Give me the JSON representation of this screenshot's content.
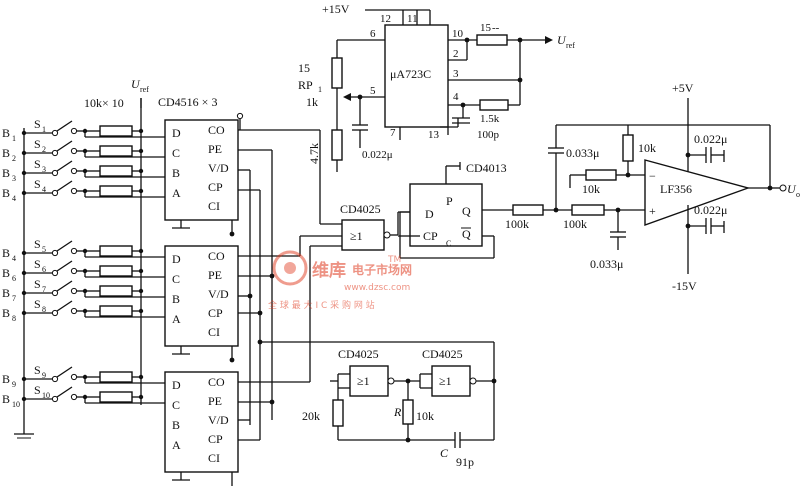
{
  "counter": {
    "label": "CD4516 × 3"
  },
  "cd4516_pins": {
    "d": "D",
    "c": "C",
    "b": "B",
    "a": "A",
    "co": "CO",
    "pe": "PE",
    "vd": "V/D",
    "cp": "CP",
    "ci": "CI"
  },
  "switch_resistors": {
    "label": "10k× 10"
  },
  "uref_left": {
    "main": "U",
    "sub": "ref"
  },
  "switches": [
    {
      "s": "S",
      "s_sub": "1",
      "b": "B",
      "b_sub": "1"
    },
    {
      "s": "S",
      "s_sub": "2",
      "b": "B",
      "b_sub": "2"
    },
    {
      "s": "S",
      "s_sub": "3",
      "b": "B",
      "b_sub": "3"
    },
    {
      "s": "S",
      "s_sub": "4",
      "b": "B",
      "b_sub": "4"
    },
    {
      "s": "S",
      "s_sub": "5",
      "b": "B",
      "b_sub": "4"
    },
    {
      "s": "S",
      "s_sub": "6",
      "b": "B",
      "b_sub": "6"
    },
    {
      "s": "S",
      "s_sub": "7",
      "b": "B",
      "b_sub": "7"
    },
    {
      "s": "S",
      "s_sub": "8",
      "b": "B",
      "b_sub": "8"
    },
    {
      "s": "S",
      "s_sub": "9",
      "b": "B",
      "b_sub": "9"
    },
    {
      "s": "S",
      "s_sub": "10",
      "b": "B",
      "b_sub": "10"
    }
  ],
  "regulator": {
    "name": "μA723C",
    "supply": "+15V",
    "pins": {
      "p12": "12",
      "p11": "11",
      "p10": "10",
      "p6": "6",
      "p2": "2",
      "p3": "3",
      "p5": "5",
      "p4": "4",
      "p7": "7",
      "p13": "13"
    },
    "uref_out": {
      "main": "U",
      "sub": "ref"
    },
    "r_out": "15",
    "r_out_suffix": "--",
    "pot_num": "15",
    "pot_name": "RP",
    "pot_sub": "1",
    "pot_value": "1k",
    "r_47k": "4.7k",
    "c_022": "0.022μ",
    "r_15k": "1.5k",
    "c_100p": "100p"
  },
  "gate_main": {
    "name": "CD4025",
    "symbol": "≥1"
  },
  "flipflop": {
    "name": "CD4013",
    "d": "D",
    "p": "P",
    "q": "Q",
    "cp": "CP",
    "c": "C",
    "qbar": "Q"
  },
  "filter": {
    "r1": "100k",
    "r2": "100k",
    "c1": "0.033μ",
    "c2": "0.033μ"
  },
  "opamp": {
    "name": "LF356",
    "vplus": "+5V",
    "vminus": "-15V",
    "r_fb": "10k",
    "r_in": "10k",
    "c_top": "0.022μ",
    "c_bot": "0.022μ",
    "minus": "−",
    "plus": "+",
    "out_main": "U",
    "out_sub": "o"
  },
  "oscillator": {
    "gate1": "CD4025",
    "gate2": "CD4025",
    "symbol": "≥1",
    "r_20k": "20k",
    "r_name": "R",
    "r_10k": "10k",
    "c_name": "C",
    "c_val": "91p"
  },
  "watermark": {
    "brand": "维库",
    "slogan": "电子市场网",
    "url": "www.dzsc.com",
    "tagline": "全 球 最 大 I C 采 购 网 站",
    "tm": "TM"
  },
  "colors": {
    "ink": "#111111",
    "watermark": "#e03a1e"
  }
}
